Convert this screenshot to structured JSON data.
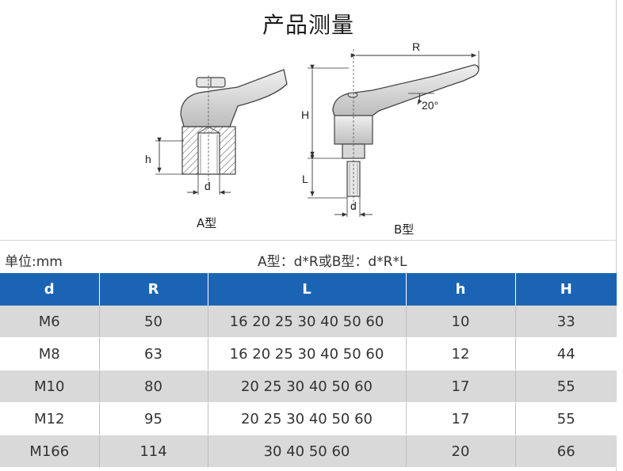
{
  "title": "产品测量",
  "diagram": {
    "label_R": "R",
    "label_H": "H",
    "label_h": "h",
    "label_L": "L",
    "label_d_a": "d",
    "label_d_b": "d",
    "label_angle": "20°",
    "caption_a": "A型",
    "caption_b": "B型"
  },
  "unit_text": "单位:mm",
  "formula_text": "A型：d*R或B型：d*R*L",
  "table": {
    "headers": [
      "d",
      "R",
      "L",
      "h",
      "H"
    ],
    "rows": [
      [
        "M6",
        "50",
        "16 20 25 30 40 50 60",
        "10",
        "33"
      ],
      [
        "M8",
        "63",
        "16 20 25 30 40 50 60",
        "12",
        "44"
      ],
      [
        "M10",
        "80",
        "20 25 30 40 50 60",
        "17",
        "55"
      ],
      [
        "M12",
        "95",
        "20 25 30 40 50 60",
        "17",
        "55"
      ],
      [
        "M166",
        "114",
        "30 40 50 60",
        "20",
        "66"
      ]
    ]
  },
  "colors": {
    "header_bg": "#1b64b4",
    "row_alt_bg": "#d9d9d9"
  }
}
